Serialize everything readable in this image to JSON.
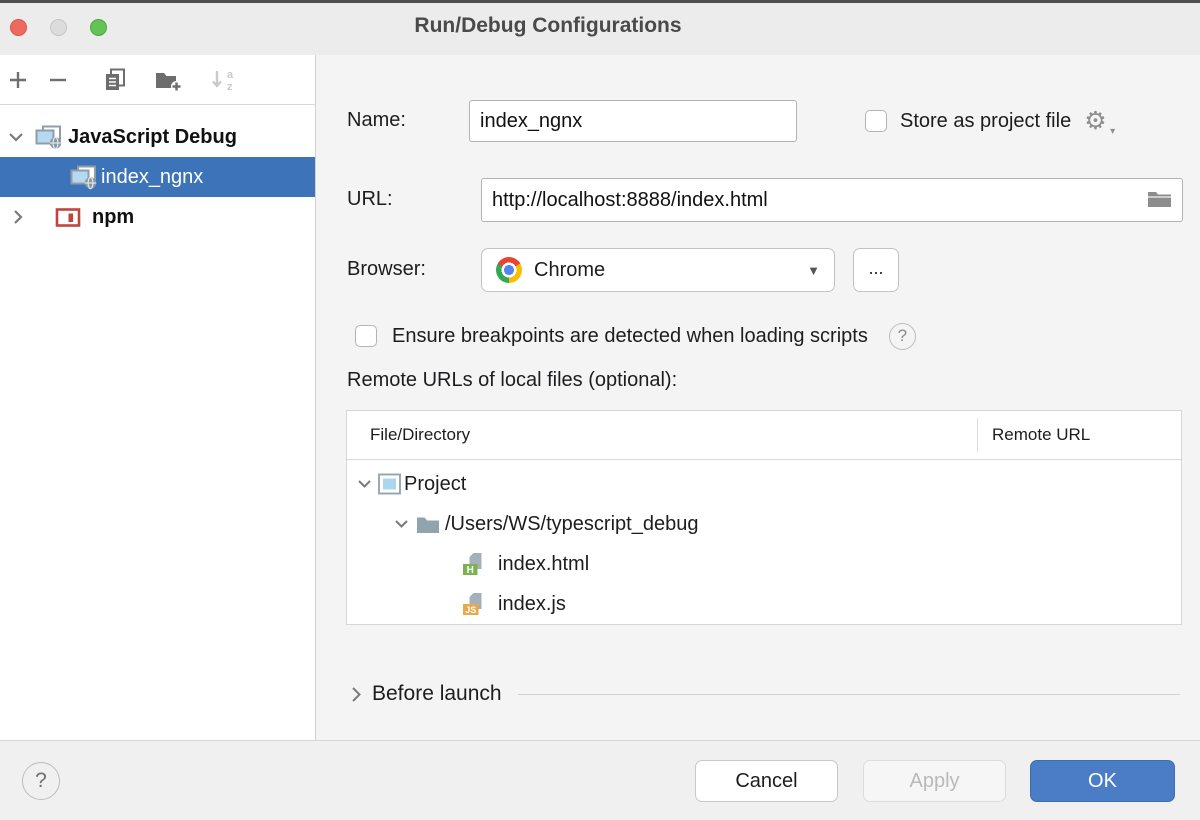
{
  "window": {
    "title": "Run/Debug Configurations"
  },
  "colors": {
    "selection": "#3d74b9",
    "ok_button": "#4a7dc5",
    "titlebar": "#ececec"
  },
  "sidebar": {
    "toolbar_icons": [
      "add-icon",
      "remove-icon",
      "copy-icon",
      "new-folder-icon",
      "sort-alpha-icon"
    ],
    "tree": [
      {
        "label": "JavaScript Debug",
        "icon": "js-debug-icon",
        "state": "expanded",
        "selected": false
      },
      {
        "label": "index_ngnx",
        "icon": "js-debug-icon",
        "state": "leaf",
        "selected": true
      },
      {
        "label": "npm",
        "icon": "npm-icon",
        "state": "collapsed",
        "selected": false
      }
    ]
  },
  "form": {
    "name": {
      "label": "Name:",
      "value": "index_ngnx"
    },
    "store_as_project_file": {
      "label": "Store as project file",
      "checked": false,
      "icon": "gear-icon"
    },
    "url": {
      "label": "URL:",
      "value": "http://localhost:8888/index.html",
      "icon": "folder-open-icon"
    },
    "browser": {
      "label": "Browser:",
      "value": "Chrome",
      "icon": "chrome-icon",
      "more_button": "..."
    },
    "ensure_breakpoints": {
      "label": "Ensure breakpoints are detected when loading scripts",
      "checked": false,
      "help_icon": "?"
    },
    "remote_urls_label": "Remote URLs of local files (optional):"
  },
  "mapping_table": {
    "columns": {
      "file": "File/Directory",
      "remote": "Remote URL"
    },
    "rows": [
      {
        "file": "Project",
        "icon": "project-icon",
        "level": 0,
        "state": "expanded",
        "remote_url": ""
      },
      {
        "file": "/Users/WS/typescript_debug",
        "icon": "folder-icon",
        "level": 1,
        "state": "expanded",
        "remote_url": ""
      },
      {
        "file": "index.html",
        "icon": "html-file-icon",
        "level": 2,
        "state": "leaf",
        "remote_url": ""
      },
      {
        "file": "index.js",
        "icon": "js-file-icon",
        "level": 2,
        "state": "leaf",
        "remote_url": ""
      }
    ]
  },
  "before_launch": {
    "label": "Before launch",
    "state": "collapsed"
  },
  "footer": {
    "help": "?",
    "cancel": "Cancel",
    "apply": "Apply",
    "ok": "OK",
    "apply_enabled": false
  }
}
